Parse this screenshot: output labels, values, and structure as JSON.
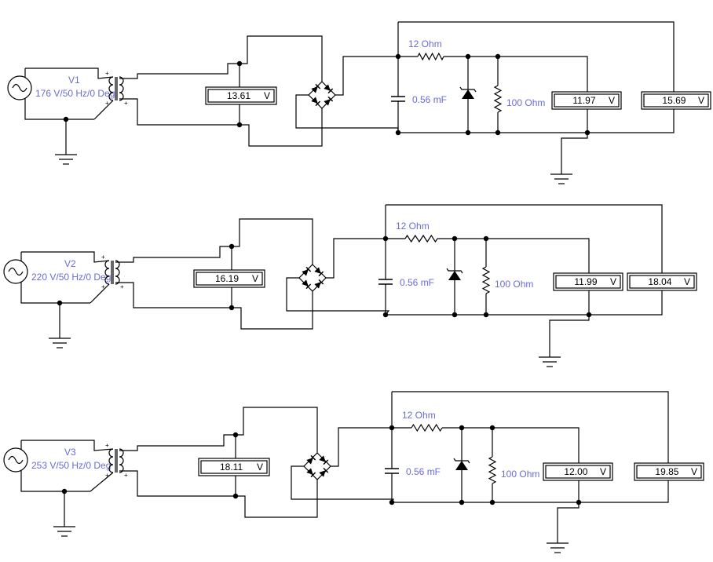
{
  "circuits": [
    {
      "source": {
        "name": "V1",
        "params": "176 V/50 Hz/0 Deg"
      },
      "meter_ac": {
        "value": "13.61",
        "unit": "V"
      },
      "resistor_series": "12  Ohm",
      "capacitor": "0.56 mF",
      "resistor_load": "100  Ohm",
      "meter_load": {
        "value": "11.97",
        "unit": "V"
      },
      "meter_dc": {
        "value": "15.69",
        "unit": "V"
      }
    },
    {
      "source": {
        "name": "V2",
        "params": "220 V/50 Hz/0 Deg"
      },
      "meter_ac": {
        "value": "16.19",
        "unit": "V"
      },
      "resistor_series": "12  Ohm",
      "capacitor": "0.56 mF",
      "resistor_load": "100  Ohm",
      "meter_load": {
        "value": "11.99",
        "unit": "V"
      },
      "meter_dc": {
        "value": "18.04",
        "unit": "V"
      }
    },
    {
      "source": {
        "name": "V3",
        "params": "253 V/50 Hz/0 Deg"
      },
      "meter_ac": {
        "value": "18.11",
        "unit": "V"
      },
      "resistor_series": "12  Ohm",
      "capacitor": "0.56 mF",
      "resistor_load": "100  Ohm",
      "meter_load": {
        "value": "12.00",
        "unit": "V"
      },
      "meter_dc": {
        "value": "19.85",
        "unit": "V"
      }
    }
  ],
  "colors": {
    "label": "#6b6bd6",
    "wire": "#000000"
  }
}
